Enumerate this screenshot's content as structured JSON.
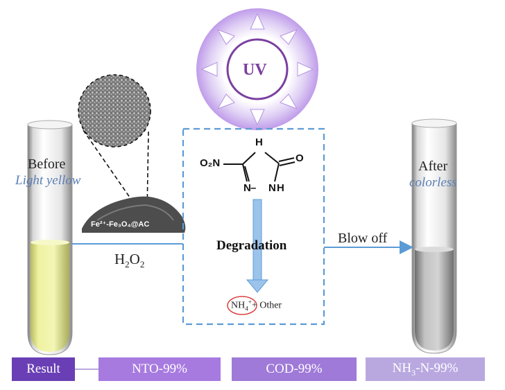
{
  "uv_label": "UV",
  "before": {
    "title": "Before",
    "subtitle": "Light yellow"
  },
  "after": {
    "title": "After",
    "subtitle": "colorless"
  },
  "catalyst_label": "Fe²⁺-Fe₃O₄@AC",
  "oxidant": {
    "base": "H",
    "sub": "2",
    "mid": "O",
    "sub2": "2"
  },
  "molecule": {
    "substituent": "O₂N",
    "h_top": "H",
    "h_right": "H",
    "n_right": "N",
    "n_left": "N",
    "oxygen": "O"
  },
  "degradation_label": "Degradation",
  "blow_off_label": "Blow off",
  "products": {
    "ammonium_base": "NH",
    "ammonium_sub": "4",
    "ammonium_sup": "+",
    "rest": "+ Other"
  },
  "results": {
    "label": "Result",
    "nto": "NTO-99%",
    "cod": "COD-99%",
    "nh3_prefix": "NH",
    "nh3_sub": "3",
    "nh3_suffix": "-N-99%"
  },
  "colors": {
    "uv_purple": "#7a3fa0",
    "arrow_blue": "#5b9bd5",
    "solution_yellow": "#eef2a0",
    "result_dark": "#6a3fb5",
    "result_mid": "#a77ae0",
    "result_light": "#b9a8e0"
  }
}
